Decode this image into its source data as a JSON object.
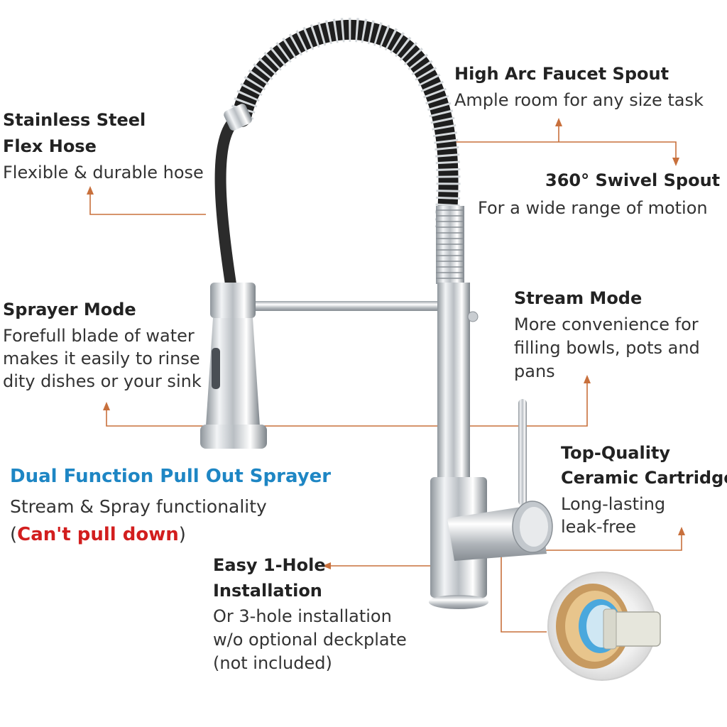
{
  "annotations": {
    "high_arc": {
      "title": "High Arc Faucet Spout",
      "desc": "Ample room for any size task"
    },
    "swivel": {
      "title": "360° Swivel Spout",
      "desc": "For a wide range of motion"
    },
    "hose": {
      "title_line1": "Stainless Steel",
      "title_line2": "Flex Hose",
      "desc": "Flexible & durable hose"
    },
    "sprayer": {
      "title": "Sprayer Mode",
      "desc_line1": "Forefull blade of water",
      "desc_line2": "makes it easily to rinse",
      "desc_line3": "dity dishes or your sink"
    },
    "stream": {
      "title": "Stream Mode",
      "desc_line1": "More convenience for",
      "desc_line2": "filling bowls, pots and",
      "desc_line3": "pans"
    },
    "cartridge": {
      "title_line1": "Top-Quality",
      "title_line2": "Ceramic Cartridge",
      "desc_line1": "Long-lasting",
      "desc_line2": "leak-free"
    },
    "install": {
      "title_line1": "Easy 1-Hole",
      "title_line2": "Installation",
      "desc_line1": "Or 3-hole installation",
      "desc_line2": "w/o optional deckplate",
      "desc_line3": "(not included)"
    },
    "dual": {
      "title": "Dual Function Pull Out Sprayer",
      "desc": "Stream & Spray functionality",
      "paren_open": "(",
      "warning": "Can't pull down",
      "paren_close": ")"
    }
  },
  "colors": {
    "leader": "#c8703c",
    "accent_blue": "#1e86c4",
    "warning_red": "#d21e1e"
  }
}
